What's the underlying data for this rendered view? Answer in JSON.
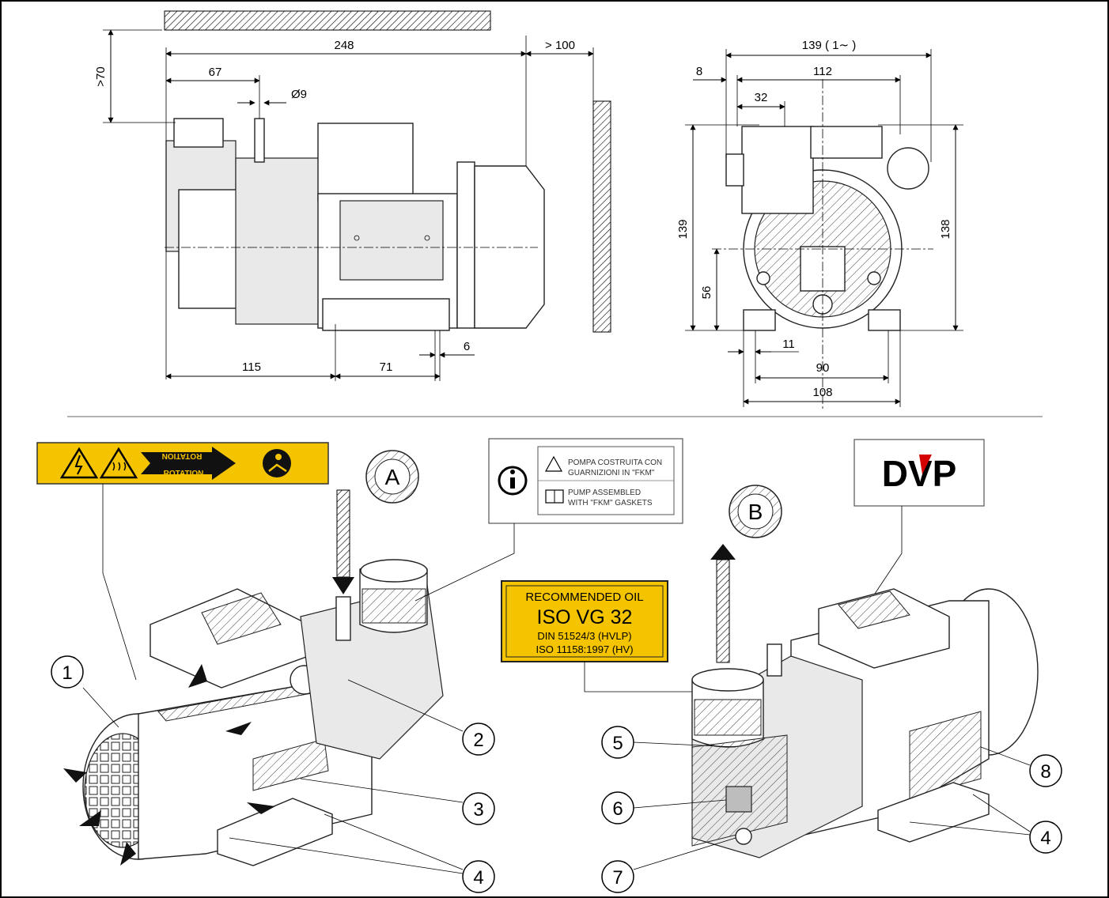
{
  "dimensions_side": {
    "total_length": "248",
    "clearance_rear": "> 100",
    "clearance_top": ">70",
    "inlet_offset": "67",
    "inlet_diameter": "Ø9",
    "base_front": "115",
    "base_pitch": "71",
    "slot_width": "6"
  },
  "dimensions_front": {
    "overall_width": "139 ( 1∼ )",
    "offset_8": "8",
    "width_112": "112",
    "width_32": "32",
    "height_139": "139",
    "height_138": "138",
    "axis_height": "56",
    "slot_11": "11",
    "foot_90": "90",
    "foot_108": "108"
  },
  "callouts": {
    "view_a": "A",
    "view_b": "B",
    "items": [
      "1",
      "2",
      "3",
      "4",
      "5",
      "6",
      "7",
      "8",
      "4"
    ]
  },
  "labels": {
    "rotation_top": "ROTATION",
    "rotation_bottom": "ROTATION",
    "info_line1": "POMPA COSTRUITA CON",
    "info_line2": "GUARNIZIONI IN \"FKM\"",
    "info_line3": "PUMP ASSEMBLED",
    "info_line4": "WITH \"FKM\" GASKETS",
    "oil_line1": "RECOMMENDED OIL",
    "oil_line2": "ISO VG 32",
    "oil_line3": "DIN 51524/3 (HVLP)",
    "oil_line4": "ISO 11158:1997 (HV)",
    "brand": "DVP"
  },
  "colors": {
    "warning_yellow": "#f5c400",
    "label_border": "#333333"
  }
}
